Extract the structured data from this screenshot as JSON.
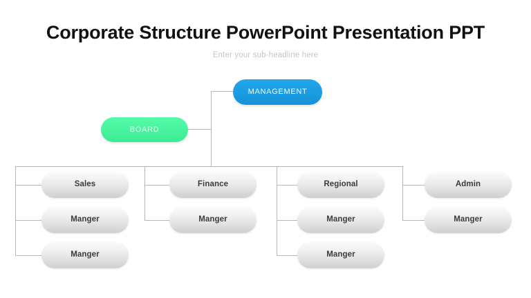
{
  "header": {
    "title": "Corporate Structure PowerPoint Presentation PPT",
    "subtitle": "Enter your sub-headline here"
  },
  "colors": {
    "board_green": "#47F39D",
    "management_blue": "#1B9CE3",
    "node_gray_top": "#fbfbfb",
    "node_gray_bottom": "#cfcfcf",
    "connector_gray": "#b6b6b6",
    "title_black": "#111111",
    "subtitle_gray": "#c6c6c6",
    "background": "#ffffff"
  },
  "chart_data": {
    "type": "diagram",
    "title": "Corporate Structure PowerPoint Presentation PPT",
    "subtitle": "Enter your sub-headline here",
    "diagram_kind": "organization-chart",
    "top_nodes": [
      {
        "id": "board",
        "label": "BOARD",
        "style": "green-pill"
      },
      {
        "id": "management",
        "label": "MANAGEMENT",
        "style": "blue-pill"
      }
    ],
    "columns": [
      {
        "id": "sales",
        "head": "Sales",
        "items": [
          "Sales",
          "Manger",
          "Manger"
        ]
      },
      {
        "id": "finance",
        "head": "Finance",
        "items": [
          "Finance",
          "Manger"
        ]
      },
      {
        "id": "regional",
        "head": "Regional",
        "items": [
          "Regional",
          "Manger",
          "Manger"
        ]
      },
      {
        "id": "admin",
        "head": "Admin",
        "items": [
          "Admin",
          "Manger"
        ]
      }
    ]
  },
  "nodes": {
    "board": "BOARD",
    "management": "MANAGEMENT",
    "sales": "Sales",
    "sales_m1": "Manger",
    "sales_m2": "Manger",
    "finance": "Finance",
    "finance_m1": "Manger",
    "regional": "Regional",
    "regional_m1": "Manger",
    "regional_m2": "Manger",
    "admin": "Admin",
    "admin_m1": "Manger"
  }
}
